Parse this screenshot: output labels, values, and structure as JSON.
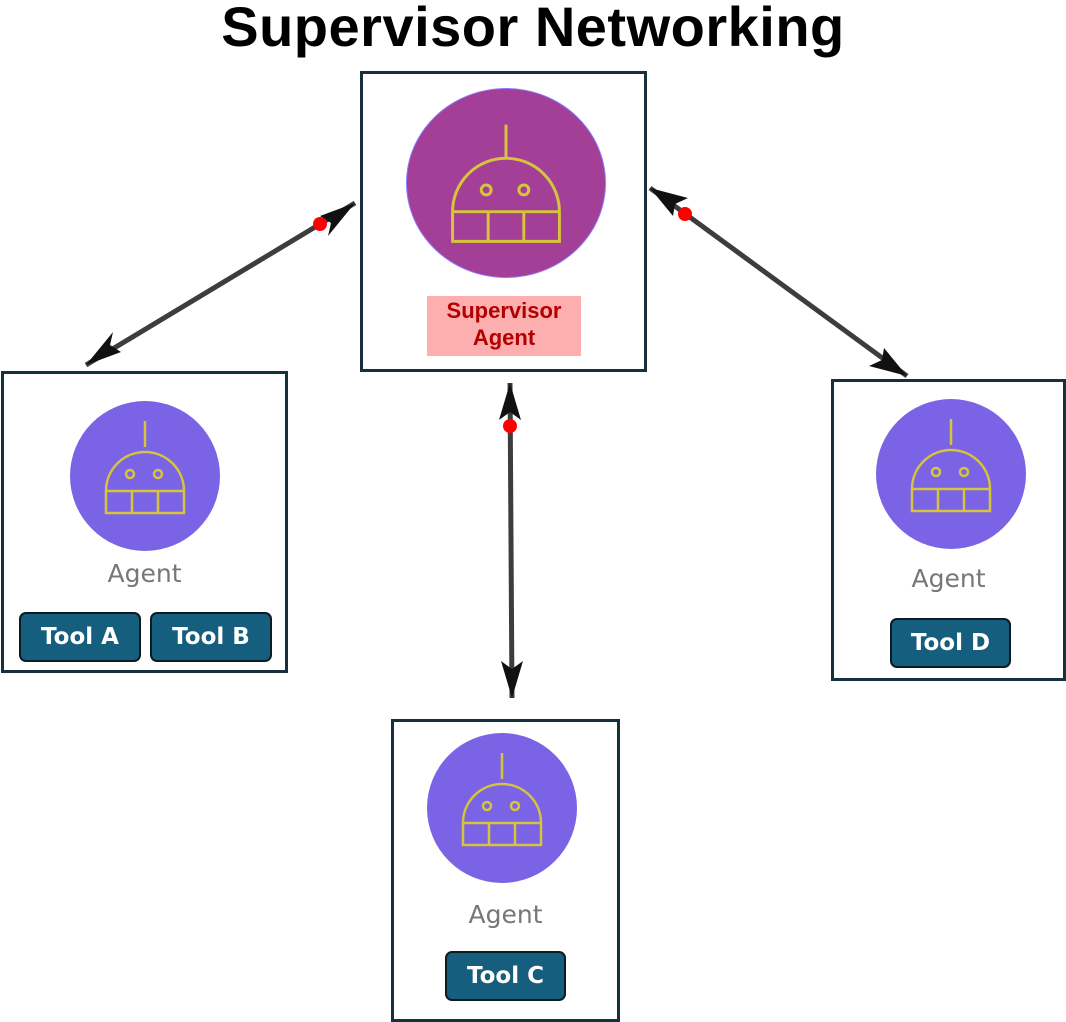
{
  "title": "Supervisor Networking",
  "supervisor": {
    "label_line1": "Supervisor",
    "label_line2": "Agent"
  },
  "agents": [
    {
      "label": "Agent",
      "tools": [
        "Tool A",
        "Tool B"
      ]
    },
    {
      "label": "Agent",
      "tools": [
        "Tool C"
      ]
    },
    {
      "label": "Agent",
      "tools": [
        "Tool D"
      ]
    }
  ],
  "colors": {
    "supervisor_circle": "#a33f97",
    "agent_circle": "#7a63e4",
    "robot_stroke": "#d6c43a",
    "tool_fill": "#165e7e",
    "arrow": "#3d3d3d",
    "dot": "#ff0000",
    "label_bg": "#fdaeae",
    "label_text": "#b30000"
  },
  "icons": [
    "robot-icon",
    "arrowhead-icon"
  ]
}
